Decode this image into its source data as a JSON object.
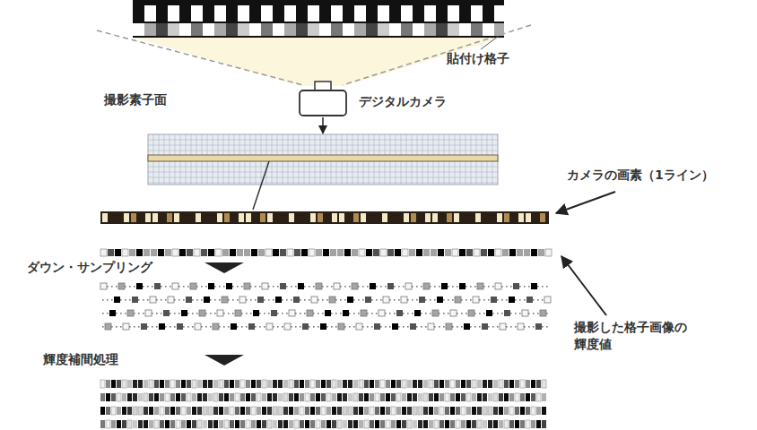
{
  "diagram": {
    "labels": [
      "貼付け格子",
      "撮影素子面",
      "デジタルカメラ",
      "カメラの画素（1ライン）",
      "ダウン・サンプリング",
      "撮影した格子画像の 輝度値",
      "輝度補間処理"
    ]
  }
}
